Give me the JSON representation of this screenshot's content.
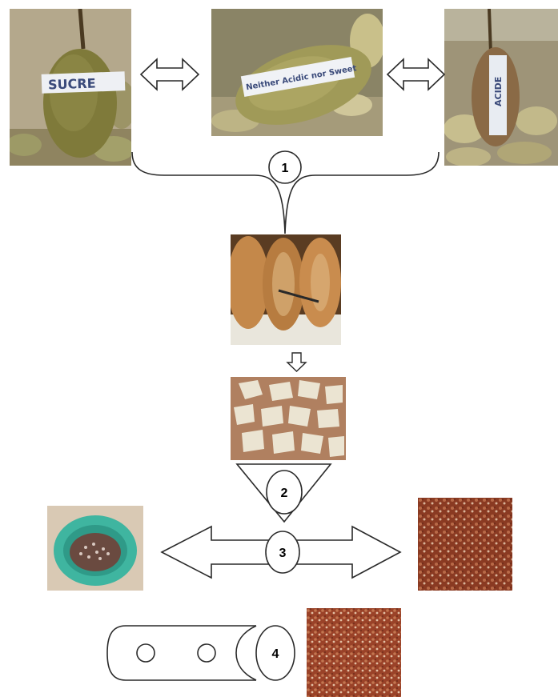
{
  "steps": [
    {
      "number": "1"
    },
    {
      "number": "2"
    },
    {
      "number": "3"
    },
    {
      "number": "4"
    }
  ],
  "fruit_tags": {
    "sweet": "SUCRE",
    "neutral": "Neither Acidic nor Sweet",
    "acid": "ACIDE"
  },
  "colors": {
    "line": "#2a2a2a",
    "fruit": "#8a8a3c",
    "seeds": "#8a3a22",
    "bowl": "#3fb5a0"
  },
  "icons": {
    "double_arrow": "double-headed-arrow",
    "down_arrow": "down-arrow",
    "funnel": "triangle-sieve",
    "mill": "roller-cylinder"
  }
}
